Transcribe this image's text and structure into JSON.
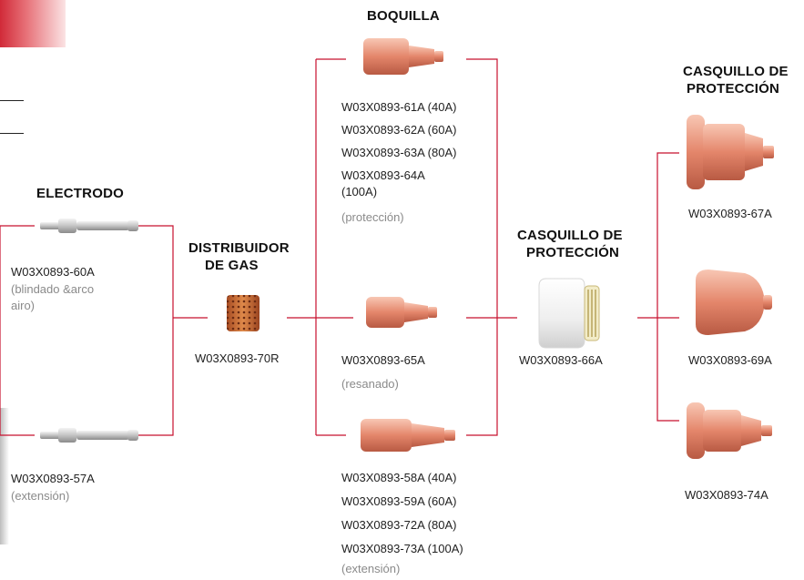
{
  "colors": {
    "accent_red": "#c8102e",
    "copper": "#e6957a",
    "line": "#c8102e"
  },
  "electrodo": {
    "heading": "ELECTRODO",
    "part1": {
      "pn": "W03X0893-60A",
      "note_line1": "(blindado &arco",
      "note_line2": "airo)"
    },
    "part2": {
      "pn": "W03X0893-57A",
      "note": "(extensión)"
    }
  },
  "distribuidor": {
    "heading_line1": "DISTRIBUIDOR",
    "heading_line2": "DE GAS",
    "pn": "W03X0893-70R"
  },
  "boquilla": {
    "heading": "BOQUILLA",
    "group1": {
      "pns": [
        "W03X0893-61A (40A)",
        "W03X0893-62A (60A)",
        "W03X0893-63A (80A)"
      ],
      "pn4_line1": "W03X0893-64A",
      "pn4_line2": "(100A)",
      "note": "(protección)"
    },
    "group2": {
      "pn": "W03X0893-65A",
      "note": "(resanado)"
    },
    "group3": {
      "pns": [
        "W03X0893-58A (40A)",
        "W03X0893-59A (60A)",
        "W03X0893-72A (80A)",
        "W03X0893-73A (100A)"
      ],
      "note": "(extensión)"
    }
  },
  "casquillo_mid": {
    "heading_line1": "CASQUILLO DE",
    "heading_line2": "PROTECCIÓN",
    "pn": "W03X0893-66A"
  },
  "casquillo_right": {
    "heading_line1": "CASQUILLO DE",
    "heading_line2": "PROTECCIÓN",
    "parts": [
      "W03X0893-67A",
      "W03X0893-69A",
      "W03X0893-74A"
    ]
  },
  "icons": [
    "electrode-icon",
    "gas-distributor-icon",
    "nozzle-icon",
    "retaining-cup-icon",
    "shield-cap-icon"
  ]
}
